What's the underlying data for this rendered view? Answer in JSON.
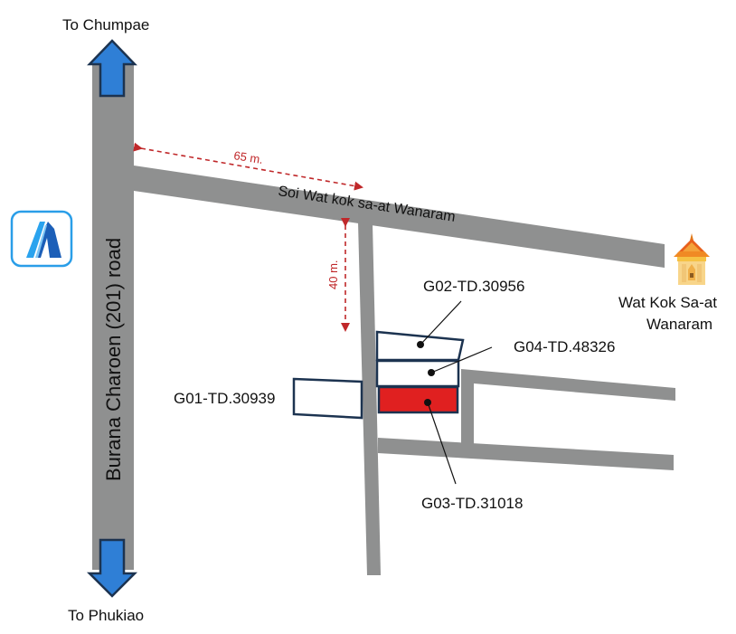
{
  "map": {
    "directions": {
      "north": "To Chumpae",
      "south": "To Phukiao"
    },
    "roads": {
      "main": "Burana Charoen (201) road",
      "soi": "Soi Wat kok sa-at Wanaram"
    },
    "distances": {
      "horizontal": "65 m.",
      "vertical": "40 m."
    },
    "landmark": {
      "name_line1": "Wat Kok Sa-at",
      "name_line2": "Wanaram",
      "icon": "temple-icon"
    },
    "logo": {
      "icon": "mountain-logo-icon"
    },
    "plots": [
      {
        "id": "G01-TD.30939",
        "highlighted": false
      },
      {
        "id": "G02-TD.30956",
        "highlighted": false
      },
      {
        "id": "G03-TD.31018",
        "highlighted": true
      },
      {
        "id": "G04-TD.48326",
        "highlighted": false
      }
    ],
    "colors": {
      "road": "#8f9090",
      "arrow": "#2f7fd6",
      "plot_outline": "#1c3350",
      "highlight": "#e02020",
      "distance": "#c0282a"
    }
  }
}
